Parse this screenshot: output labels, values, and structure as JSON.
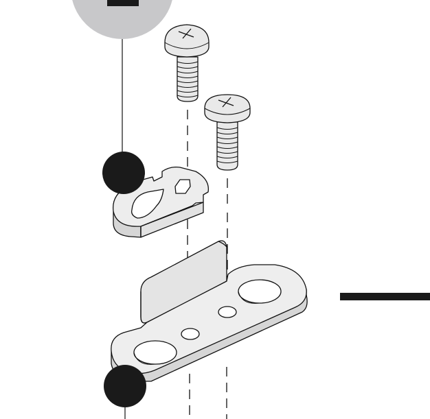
{
  "figure": {
    "parts": [
      {
        "name": "screw"
      },
      {
        "name": "screw"
      },
      {
        "name": "cam-clip"
      },
      {
        "name": "mounting-plate"
      }
    ],
    "callouts": [
      {
        "name": "callout-badge-gray"
      },
      {
        "name": "callout-dot-clip"
      },
      {
        "name": "callout-dot-plate"
      }
    ],
    "colors": {
      "part_fill": "#e9e9e9",
      "part_shade": "#d6d6d6",
      "outline": "#111111",
      "callout_gray": "#c8c8ca",
      "callout_dark": "#1a1a1a"
    }
  }
}
